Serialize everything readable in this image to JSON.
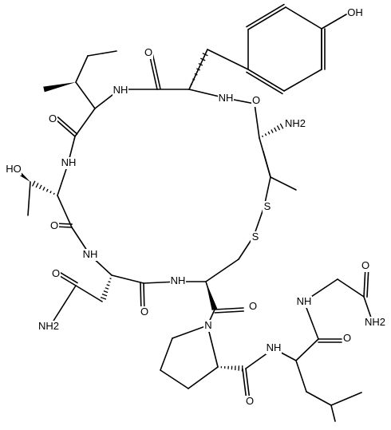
{
  "labels": {
    "oh_phenol": "OH",
    "nh_tyr": "NH",
    "o_tyr": "O",
    "nh2_top": "NH2",
    "o_ile": "O",
    "nh_ile": "NH",
    "nh_thr": "NH",
    "oh_thr": "HO",
    "o_thr": "O",
    "s_upper": "S",
    "s_lower": "S",
    "nh_asn": "NH",
    "o_asn_side": "O",
    "nh2_asn": "NH2",
    "o_asn": "O",
    "nh_cys": "NH",
    "o_cys": "O",
    "n_pro": "N",
    "nh_leu": "NH",
    "o_pro": "O",
    "nh_gly": "NH",
    "o_leu": "O",
    "o_gly": "O",
    "nh2_gly": "NH2"
  }
}
